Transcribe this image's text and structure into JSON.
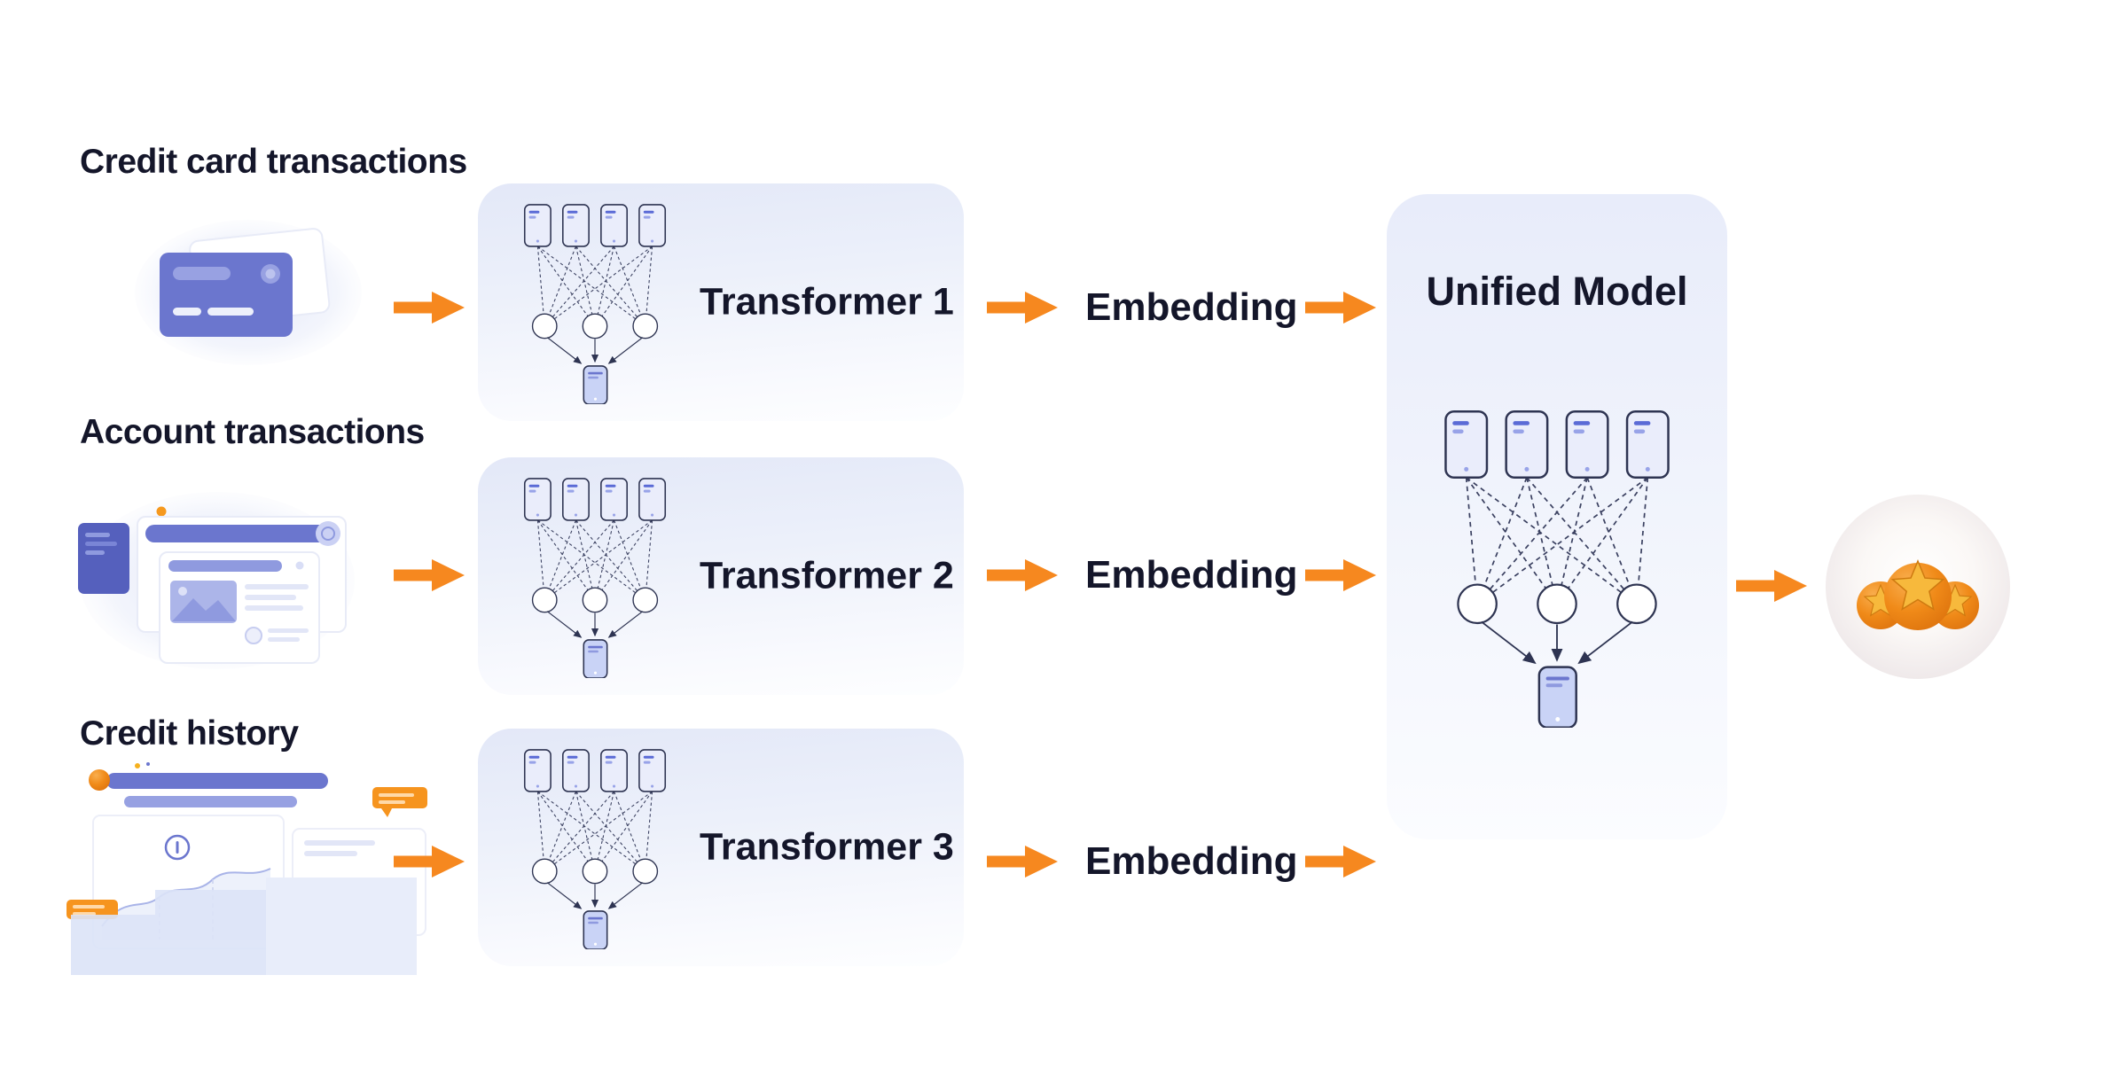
{
  "diagram": {
    "rows": [
      {
        "label": "Credit card transactions",
        "transformer_label": "Transformer 1",
        "embedding_label": "Embedding",
        "illustration": "credit-card-illustration"
      },
      {
        "label": "Account transactions",
        "transformer_label": "Transformer 2",
        "embedding_label": "Embedding",
        "illustration": "browser-windows-illustration"
      },
      {
        "label": "Credit history",
        "transformer_label": "Transformer 3",
        "embedding_label": "Embedding",
        "illustration": "charts-documents-illustration"
      }
    ],
    "unified_model": {
      "title": "Unified Model"
    },
    "output_icon": "three-stars-rating-icon",
    "colors": {
      "arrow_orange": "#F6881F",
      "panel_lavender": "#E6EAF9",
      "indigo_primary": "#6B76CE",
      "outline_dark": "#2E3452",
      "text_dark": "#14162A"
    }
  }
}
